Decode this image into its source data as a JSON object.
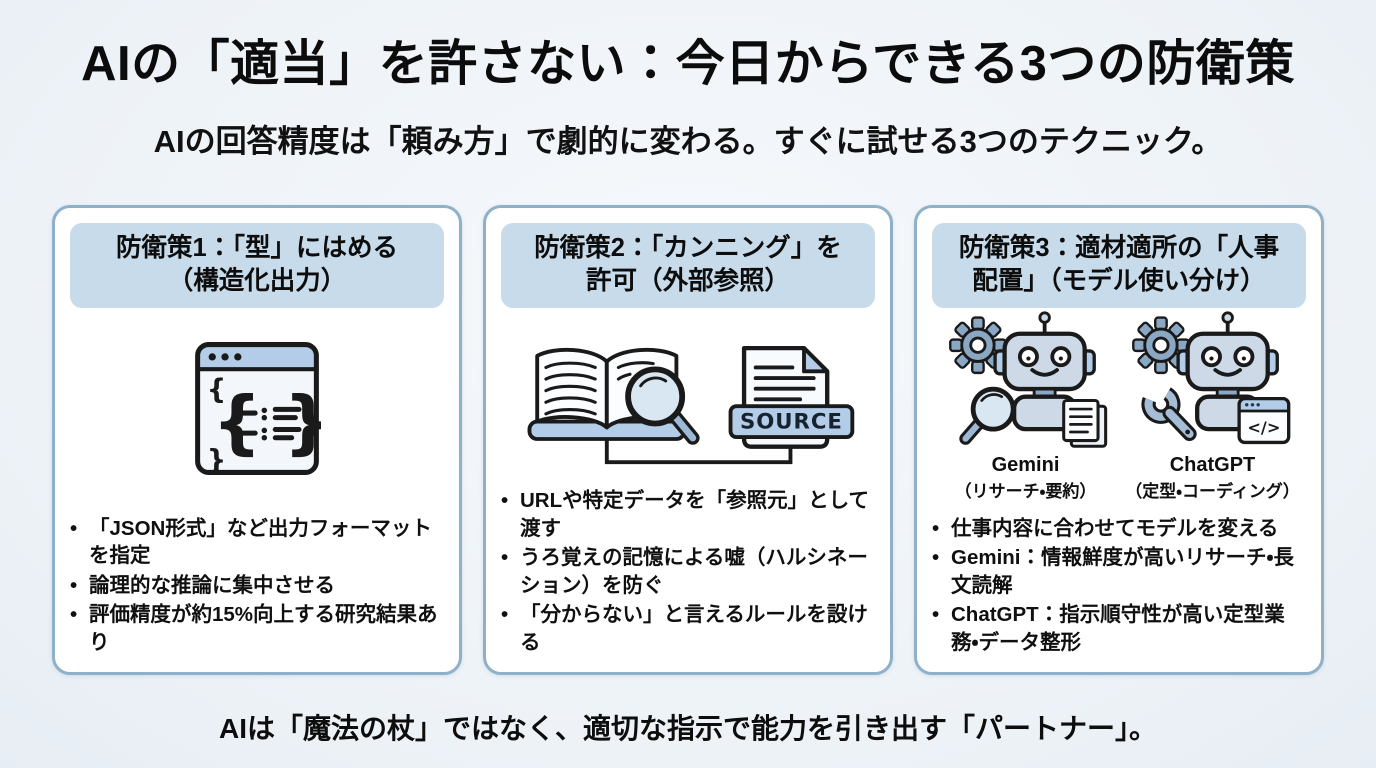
{
  "page": {
    "title": "AIの「適当」を許さない：今日からできる3つの防衛策",
    "subtitle": "AIの回答精度は「頼み方」で劇的に変わる。すぐに試せる3つのテクニック。",
    "footer": "AIは「魔法の杖」ではなく、適切な指示で能力を引き出す「パートナー」。"
  },
  "colors": {
    "background": "#edf2f7",
    "card_background": "#ffffff",
    "card_border": "#8fb0c9",
    "header_band": "#c7dbeb",
    "icon_light_blue": "#b3cde8",
    "icon_mid_blue": "#8aa7c4",
    "text": "#101010"
  },
  "bullet_marker": "•",
  "cards": [
    {
      "header_line1": "防衛策1：「型」にはめる",
      "header_line2": "（構造化出力）",
      "icon": "browser-window-json-icon",
      "bullets": [
        "「JSON形式」など出力フォーマットを指定",
        "論理的な推論に集中させる",
        "評価精度が約15%向上する研究結果あり"
      ]
    },
    {
      "header_line1": "防衛策2：「カンニング」を",
      "header_line2": "許可（外部参照）",
      "icon": "open-book-magnifier-and-source-document-icon",
      "source_label": "SOURCE",
      "bullets": [
        "URLや特定データを「参照元」として渡す",
        "うろ覚えの記憶による嘘（ハルシネーション）を防ぐ",
        "「分からない」と言えるルールを設ける"
      ]
    },
    {
      "header_line1": "防衛策3：適材適所の「人事",
      "header_line2": "配置」（モデル使い分け）",
      "icon": "two-robots-gemini-and-chatgpt-icon",
      "code_glyph": "</>",
      "models": [
        {
          "name": "Gemini",
          "desc": "（リサーチ・要約）"
        },
        {
          "name": "ChatGPT",
          "desc": "（定型・コーディング）"
        }
      ],
      "bullets": [
        "仕事内容に合わせてモデルを変える",
        "Gemini：情報鮮度が高いリサーチ・長文読解",
        "ChatGPT：指示順守性が高い定型業務・データ整形"
      ]
    }
  ]
}
